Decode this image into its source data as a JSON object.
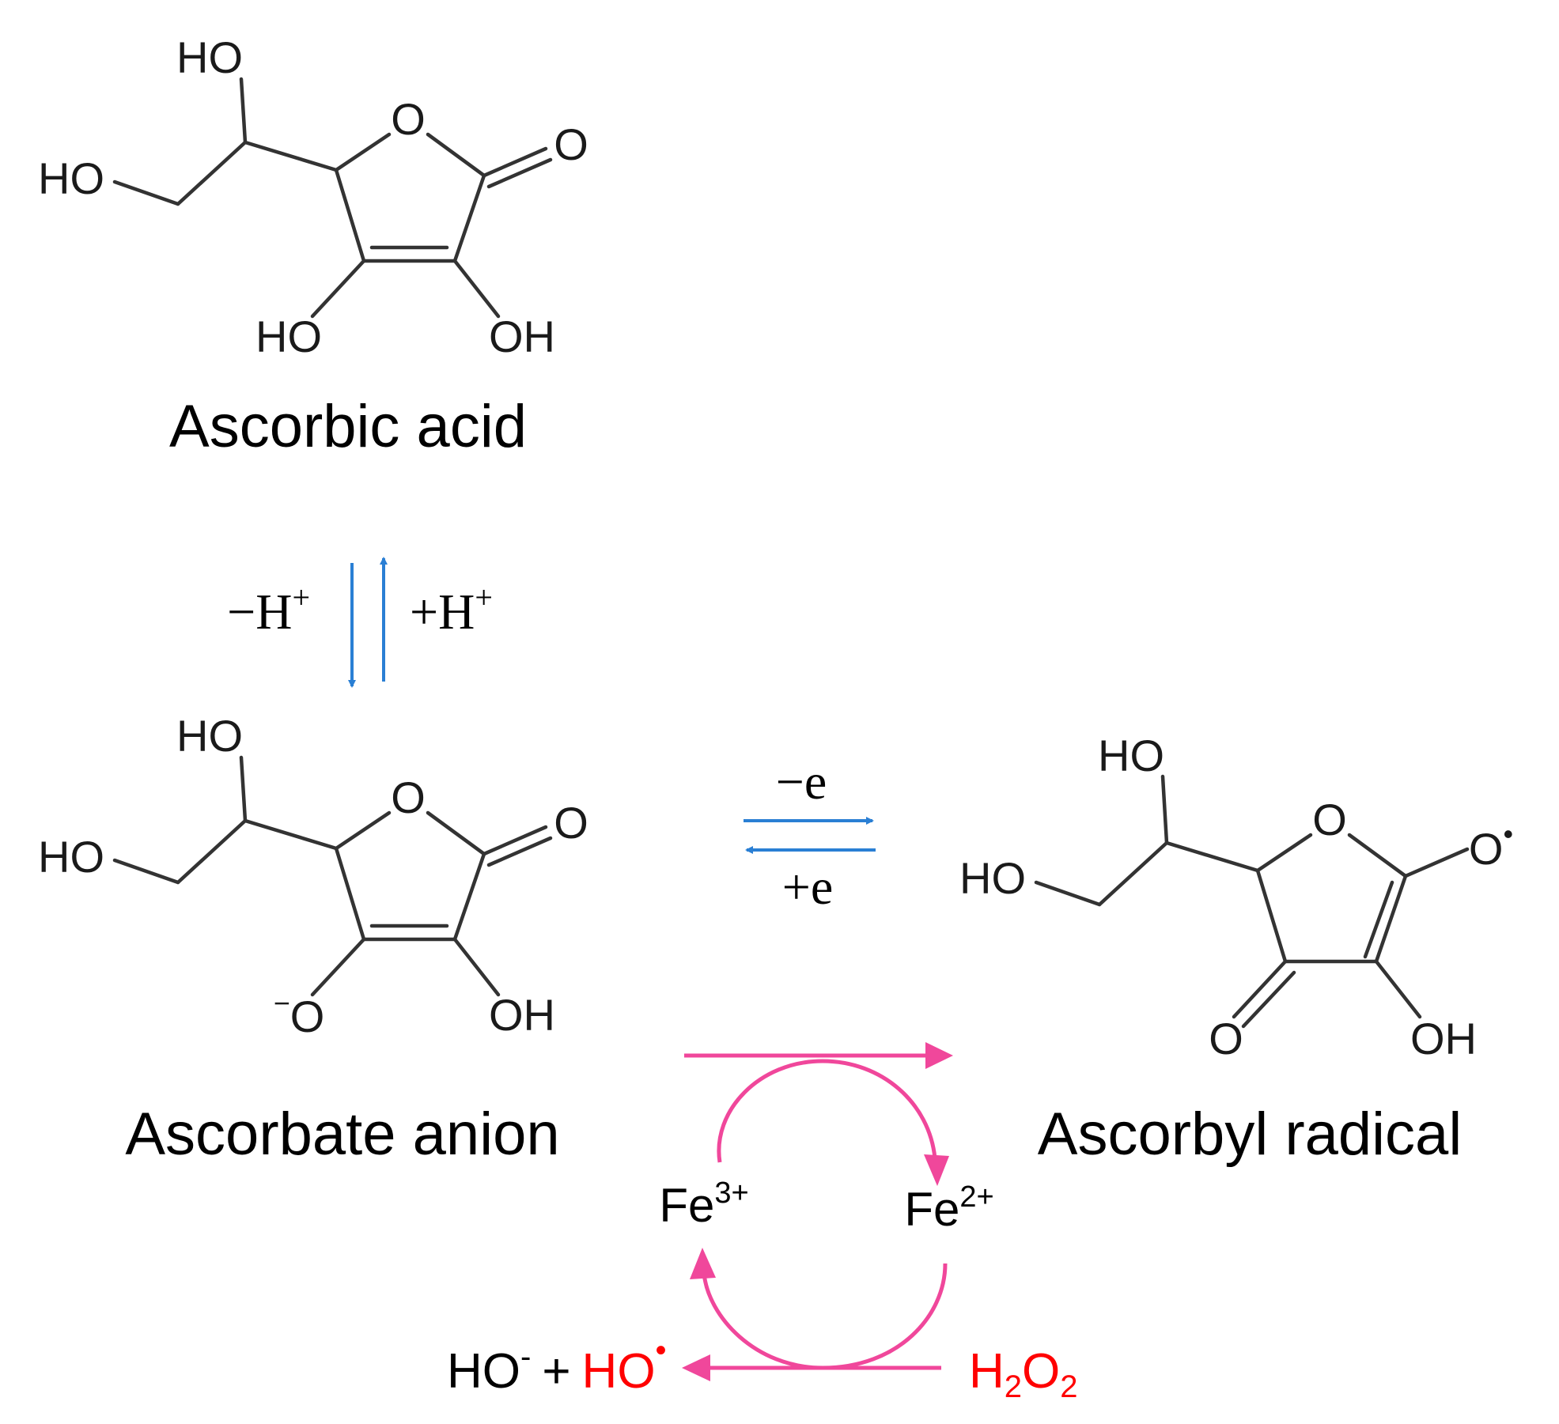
{
  "colors": {
    "bond": "#333333",
    "text": "#000000",
    "equilibrium_arrows": "#2a7fd4",
    "redox_cycle": "#f0479b",
    "highlight_species": "#ff0000"
  },
  "molecules": {
    "ascorbic_acid": {
      "name": "Ascorbic acid",
      "atoms": {
        "ho_top": "HO",
        "ho_left": "HO",
        "ring_o": "O",
        "carbonyl_o": "O",
        "ho_bottom_left": "HO",
        "oh_bottom_right": "OH"
      }
    },
    "ascorbate_anion": {
      "name": "Ascorbate anion",
      "atoms": {
        "ho_top": "HO",
        "ho_left": "HO",
        "ring_o": "O",
        "carbonyl_o": "O",
        "anion_o": "O",
        "anion_charge": "−",
        "oh_bottom_right": "OH"
      }
    },
    "ascorbyl_radical": {
      "name": "Ascorbyl radical",
      "atoms": {
        "ho_top": "HO",
        "ho_left": "HO",
        "ring_o": "O",
        "radical_o": "O",
        "radical_dot": "•",
        "keto_o": "O",
        "oh_bottom_right": "OH"
      }
    }
  },
  "reactions": {
    "protonation": {
      "forward": "−H",
      "forward_sup": "+",
      "reverse": "+H",
      "reverse_sup": "+"
    },
    "electron_transfer": {
      "forward": "−e",
      "reverse": "+e"
    }
  },
  "iron_cycle": {
    "fe3": {
      "symbol": "Fe",
      "charge": "3+"
    },
    "fe2": {
      "symbol": "Fe",
      "charge": "2+"
    },
    "reactant": {
      "h": "H",
      "sub1": "2",
      "o": "O",
      "sub2": "2"
    },
    "products": {
      "hydroxide": "HO",
      "hydroxide_charge": "-",
      "plus": "+",
      "radical": "HO",
      "radical_dot": "•"
    }
  }
}
